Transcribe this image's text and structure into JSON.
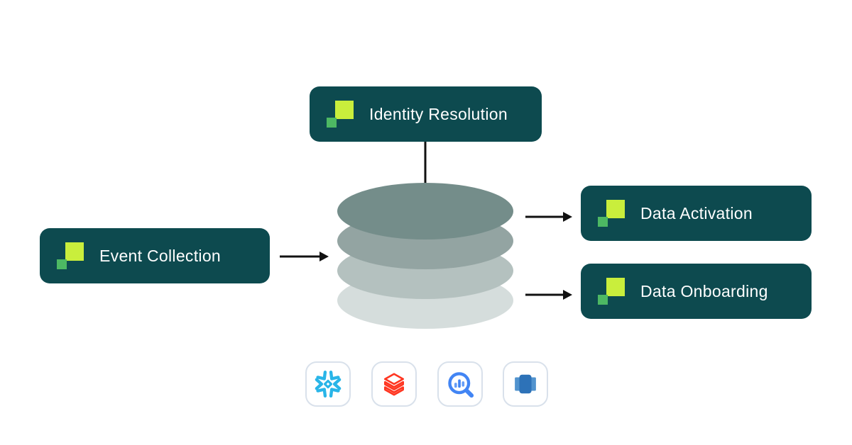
{
  "diagram": {
    "nodes": {
      "identity_resolution": {
        "label": "Identity Resolution"
      },
      "event_collection": {
        "label": "Event Collection"
      },
      "data_activation": {
        "label": "Data Activation"
      },
      "data_onboarding": {
        "label": "Data Onboarding"
      }
    },
    "warehouse": {
      "layer_count": 4,
      "icons": [
        {
          "name": "snowflake-icon"
        },
        {
          "name": "databricks-icon"
        },
        {
          "name": "bigquery-icon"
        },
        {
          "name": "redshift-icon"
        }
      ]
    },
    "colors": {
      "pill_background": "#0D4A4F",
      "logo_lime": "#C9EE3C",
      "logo_green": "#4DB863",
      "arrow_black": "#111111",
      "cylinder_layers": [
        "#748D8A",
        "#93A4A2",
        "#B4C1BF",
        "#D5DDDC"
      ],
      "tile_border": "#D9E1EB",
      "snowflake_blue": "#29B5E8",
      "databricks_red": "#FF3621",
      "bigquery_blue": "#4285F4",
      "bigquery_light_blue": "#669DF6",
      "redshift_dark_blue": "#2D72B8",
      "redshift_light_blue": "#5193CE"
    }
  }
}
